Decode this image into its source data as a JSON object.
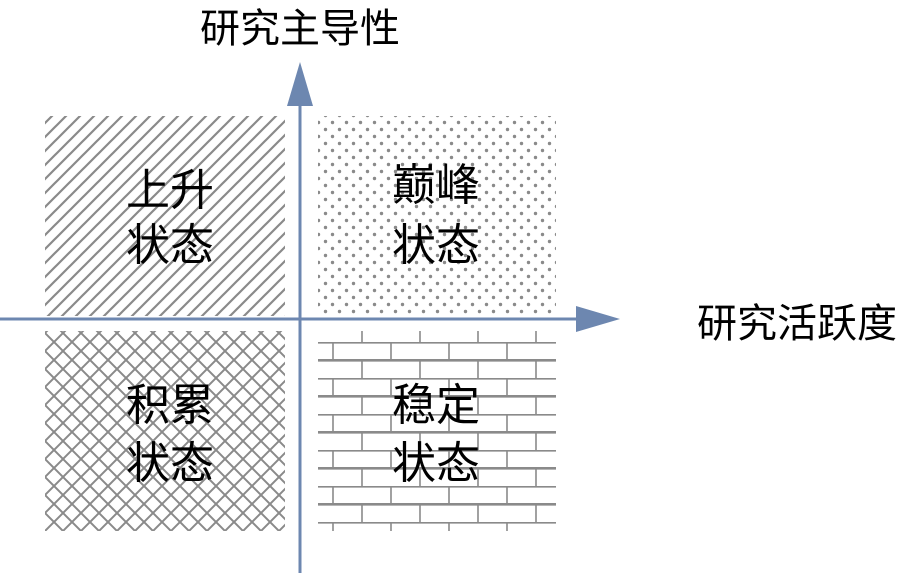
{
  "diagram": {
    "y_axis_title": "研究主导性",
    "x_axis_title": "研究活跃度",
    "quadrants": {
      "top_left": {
        "line1": "上升",
        "line2": "状态",
        "pattern": "diagonal-hatch"
      },
      "top_right": {
        "line1": "巅峰",
        "line2": "状态",
        "pattern": "dots"
      },
      "bottom_left": {
        "line1": "积累",
        "line2": "状态",
        "pattern": "crosshatch"
      },
      "bottom_right": {
        "line1": "稳定",
        "line2": "状态",
        "pattern": "brick"
      }
    },
    "colors": {
      "axis": "#6d87b0",
      "pattern": "#8a8a8a",
      "text": "#000000",
      "background": "#ffffff"
    }
  }
}
